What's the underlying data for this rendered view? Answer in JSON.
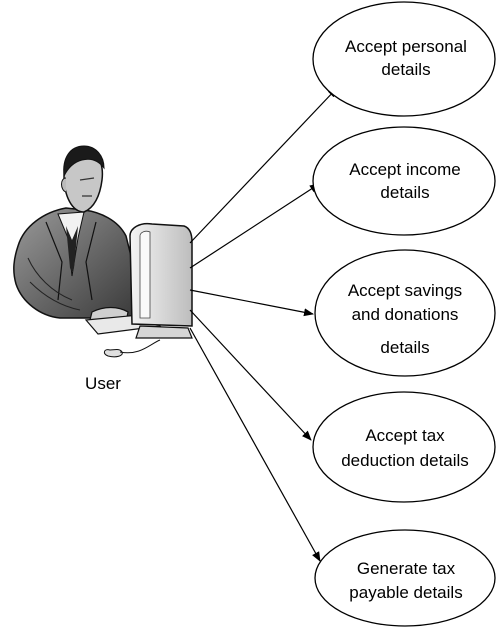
{
  "actor": {
    "label": "User",
    "icon": "man-at-computer-icon"
  },
  "use_cases": [
    {
      "lines": [
        "Accept personal",
        "details"
      ]
    },
    {
      "lines": [
        "Accept income",
        "details"
      ]
    },
    {
      "lines": [
        "Accept savings",
        "and donations",
        "details"
      ]
    },
    {
      "lines": [
        "Accept tax",
        "deduction details"
      ]
    },
    {
      "lines": [
        "Generate tax",
        "payable details"
      ]
    }
  ],
  "connections": [
    {
      "from": "actor",
      "to": 0
    },
    {
      "from": "actor",
      "to": 1
    },
    {
      "from": "actor",
      "to": 2
    },
    {
      "from": "actor",
      "to": 3
    },
    {
      "from": "actor",
      "to": 4
    }
  ]
}
